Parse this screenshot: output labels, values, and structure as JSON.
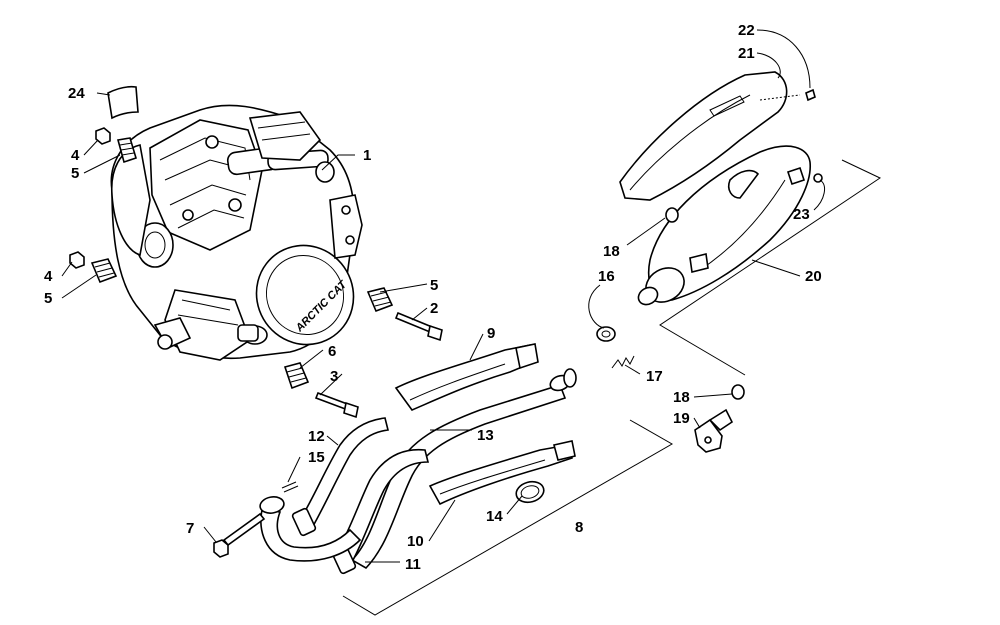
{
  "diagram": {
    "engine_logo_text": "ARCTIC CAT",
    "callouts": [
      {
        "id": "c1",
        "label": "1"
      },
      {
        "id": "c2",
        "label": "2"
      },
      {
        "id": "c3",
        "label": "3"
      },
      {
        "id": "c4a",
        "label": "4"
      },
      {
        "id": "c4b",
        "label": "4"
      },
      {
        "id": "c5a",
        "label": "5"
      },
      {
        "id": "c5b",
        "label": "5"
      },
      {
        "id": "c5c",
        "label": "5"
      },
      {
        "id": "c6",
        "label": "6"
      },
      {
        "id": "c7",
        "label": "7"
      },
      {
        "id": "c8",
        "label": "8"
      },
      {
        "id": "c9",
        "label": "9"
      },
      {
        "id": "c10",
        "label": "10"
      },
      {
        "id": "c11",
        "label": "11"
      },
      {
        "id": "c12",
        "label": "12"
      },
      {
        "id": "c13",
        "label": "13"
      },
      {
        "id": "c14",
        "label": "14"
      },
      {
        "id": "c15",
        "label": "15"
      },
      {
        "id": "c16",
        "label": "16"
      },
      {
        "id": "c17",
        "label": "17"
      },
      {
        "id": "c18a",
        "label": "18"
      },
      {
        "id": "c18b",
        "label": "18"
      },
      {
        "id": "c19",
        "label": "19"
      },
      {
        "id": "c20",
        "label": "20"
      },
      {
        "id": "c21",
        "label": "21"
      },
      {
        "id": "c22",
        "label": "22"
      },
      {
        "id": "c23",
        "label": "23"
      },
      {
        "id": "c24",
        "label": "24"
      }
    ]
  }
}
